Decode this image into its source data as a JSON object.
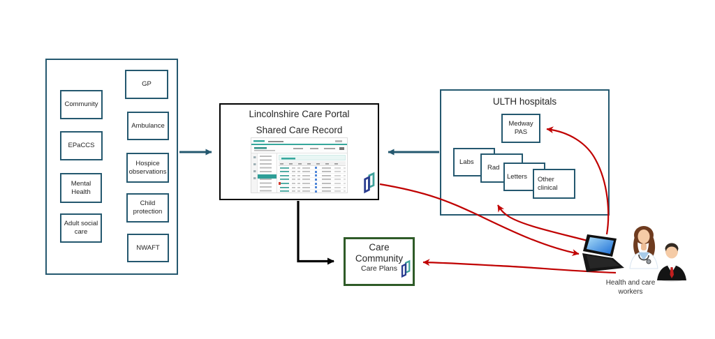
{
  "feeds": {
    "items": [
      {
        "label": "Community"
      },
      {
        "label": "EPaCCS"
      },
      {
        "label": "Mental Health"
      },
      {
        "label": "Adult social care"
      },
      {
        "label": "GP"
      },
      {
        "label": "Ambulance"
      },
      {
        "label": "Hospice observations"
      },
      {
        "label": "Child protection"
      },
      {
        "label": "NWAFT"
      }
    ]
  },
  "portal": {
    "title_line1": "Lincolnshire Care Portal",
    "title_line2": "Shared Care Record"
  },
  "ulth": {
    "title": "ULTH hospitals",
    "systems": [
      {
        "label": "Medway PAS"
      },
      {
        "label": "Labs"
      },
      {
        "label": "Rad"
      },
      {
        "label": "Letters"
      },
      {
        "label": "Other clinical"
      }
    ]
  },
  "care_community": {
    "title_line1": "Care",
    "title_line2": "Community",
    "subtitle": "Care Plans"
  },
  "workers": {
    "label_line1": "Health and care",
    "label_line2": "workers"
  },
  "colors": {
    "box_border_teal": "#24586f",
    "portal_border": "#000000",
    "care_border": "#2f5b28",
    "arrow_blue": "#24586f",
    "arrow_black": "#000000",
    "arrow_red": "#c00000",
    "logo_teal": "#3fa29b",
    "logo_navy": "#2a3c8f",
    "thumbnail_accent": "#35a79c"
  }
}
